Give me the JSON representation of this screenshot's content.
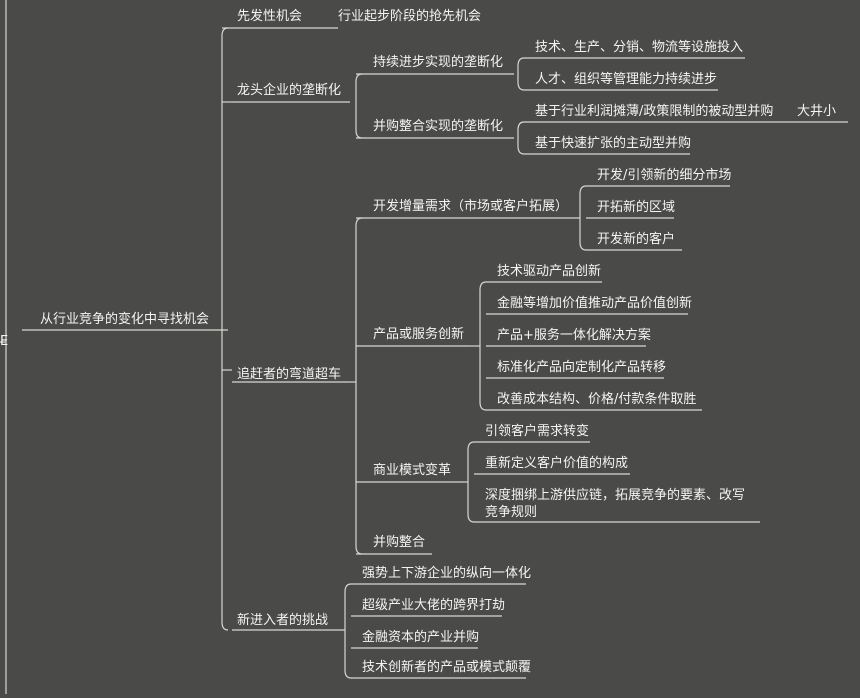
{
  "left_edge_text": "E",
  "root": "从行业竞争的变化中寻找机会",
  "branches": {
    "first_mover": {
      "label": "先发性机会",
      "child": "行业起步阶段的抢先机会"
    },
    "leader": {
      "label": "龙头企业的垄断化",
      "progress": {
        "label": "持续进步实现的垄断化",
        "items": [
          "技术、生产、分销、物流等设施投入",
          "人才、组织等管理能力持续进步"
        ]
      },
      "mna": {
        "label": "并购整合实现的垄断化",
        "items": [
          "基于行业利润摊薄/政策限制的被动型并购",
          "基于快速扩张的主动型并购"
        ],
        "side_note": "大井小"
      }
    },
    "catchup": {
      "label": "追赶者的弯道超车",
      "demand": {
        "label": "开发增量需求（市场或客户拓展）",
        "items": [
          "开发/引领新的细分市场",
          "开拓新的区域",
          "开发新的客户"
        ]
      },
      "innovation": {
        "label": "产品或服务创新",
        "items": [
          "技术驱动产品创新",
          "金融等增加价值推动产品价值创新",
          "产品+服务一体化解决方案",
          "标准化产品向定制化产品转移",
          "改善成本结构、价格/付款条件取胜"
        ]
      },
      "model": {
        "label": "商业模式变革",
        "items": [
          "引领客户需求转变",
          "重新定义客户价值的构成",
          "深度捆绑上游供应链，拓展竞争的要素、改写竞争规则"
        ]
      },
      "merger": {
        "label": "并购整合"
      }
    },
    "newcomer": {
      "label": "新进入者的挑战",
      "items": [
        "强势上下游企业的纵向一体化",
        "超级产业大佬的跨界打劫",
        "金融资本的产业并购",
        "技术创新者的产品或模式颠覆"
      ]
    }
  }
}
